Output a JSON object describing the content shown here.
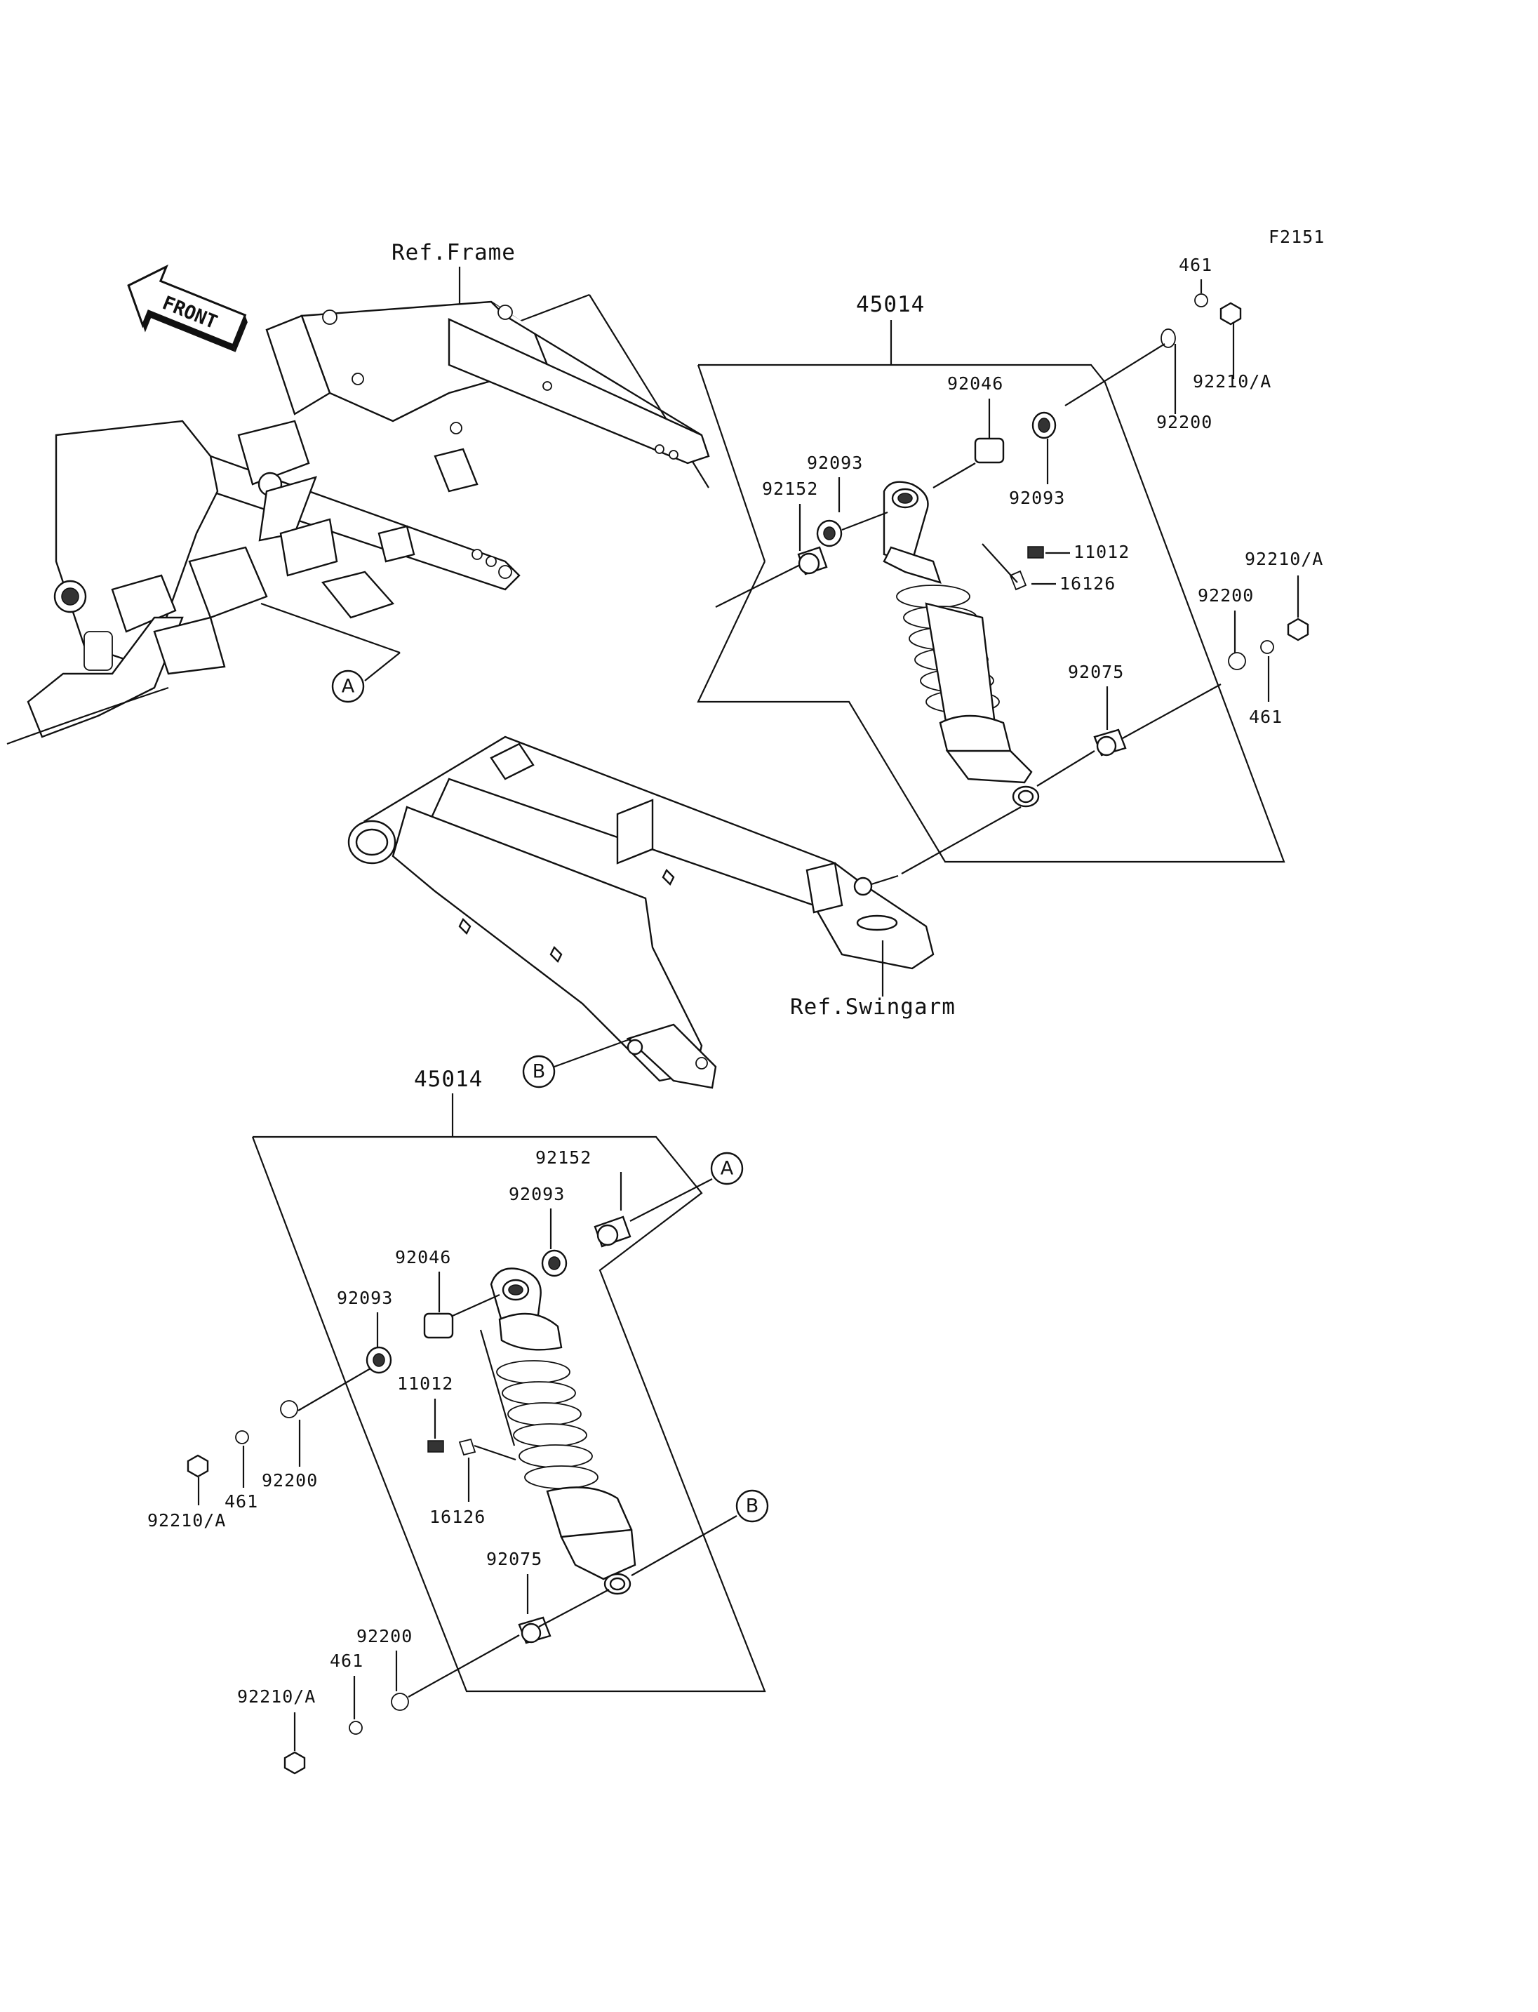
{
  "figure_code": "F2151",
  "front_label": "FRONT",
  "ref_frame": "Ref.Frame",
  "ref_swingarm": "Ref.Swingarm",
  "callout_a": "A",
  "callout_b": "B",
  "right_assembly": {
    "assembly_no": "45014",
    "p461_top": "461",
    "p92210A_top": "92210/A",
    "p92200_top": "92200",
    "p92046": "92046",
    "p92093_a": "92093",
    "p92093_b": "92093",
    "p92152": "92152",
    "p11012": "11012",
    "p16126": "16126",
    "p92210A_mid": "92210/A",
    "p92200_mid": "92200",
    "p461_mid": "461",
    "p92075": "92075"
  },
  "left_assembly": {
    "assembly_no": "45014",
    "p92152": "92152",
    "p92093_a": "92093",
    "p92046": "92046",
    "p92093_b": "92093",
    "p11012": "11012",
    "p16126": "16126",
    "p92200_a": "92200",
    "p461_a": "461",
    "p92210A_a": "92210/A",
    "p92075": "92075",
    "p92200_b": "92200",
    "p461_b": "461",
    "p92210A_b": "92210/A"
  }
}
